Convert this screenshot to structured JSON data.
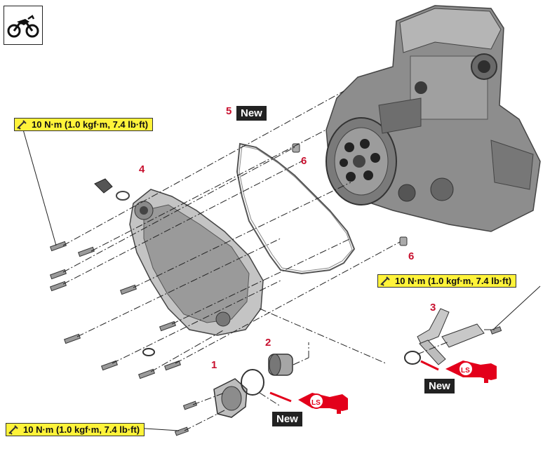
{
  "torque_spec": "10 N·m (1.0 kgf·m, 7.4 lb·ft)",
  "new_label": "New",
  "lube_label": "LS",
  "part_numbers": {
    "p1": "1",
    "p2": "2",
    "p3": "3",
    "p4": "4",
    "p5": "5",
    "p6a": "6",
    "p6b": "6"
  },
  "icons": {
    "header": "motorcycle-icon",
    "torque": "torque-wrench-icon",
    "lube": "lubricant-gun-icon"
  },
  "colors": {
    "torque_bg": "#fff33a",
    "part_number": "#c8102e",
    "lube": "#e3001b",
    "new_tag": "#222222"
  }
}
